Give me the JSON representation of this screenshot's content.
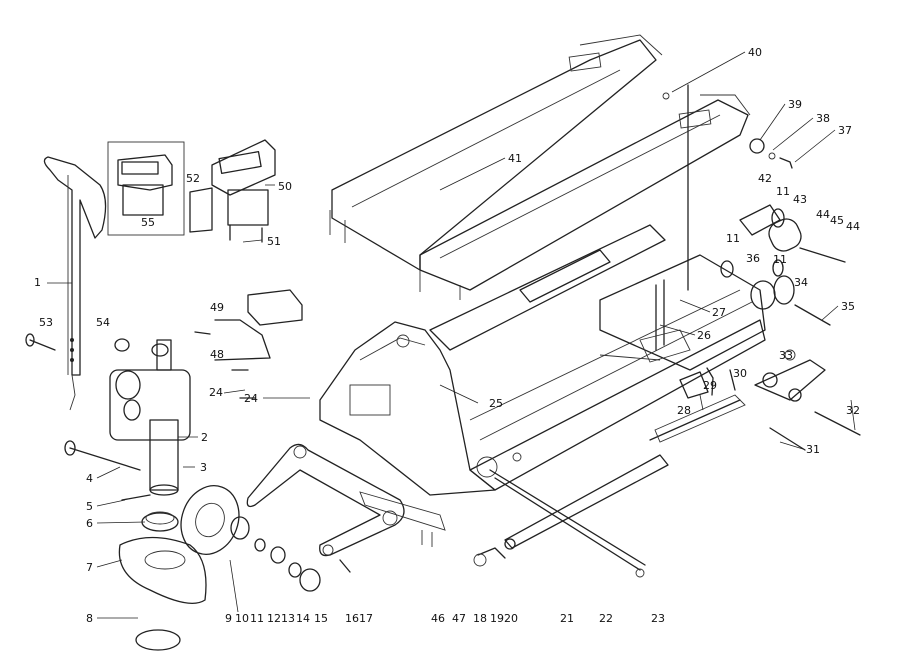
{
  "part_labels": [
    "1",
    "2",
    "3",
    "4",
    "5",
    "6",
    "7",
    "8",
    "9",
    "10",
    "11",
    "12",
    "13",
    "14",
    "15",
    "16",
    "17",
    "18",
    "19",
    "20",
    "21",
    "22",
    "23",
    "24",
    "24",
    "25",
    "26",
    "27",
    "28",
    "29",
    "30",
    "31",
    "32",
    "33",
    "34",
    "35",
    "36",
    "37",
    "38",
    "39",
    "40",
    "41",
    "42",
    "11",
    "43",
    "44",
    "45",
    "44",
    "11",
    "11",
    "46",
    "47",
    "48",
    "49",
    "50",
    "51",
    "52",
    "53",
    "54",
    "55"
  ],
  "colors": {
    "line": "#222222",
    "background": "#ffffff"
  }
}
